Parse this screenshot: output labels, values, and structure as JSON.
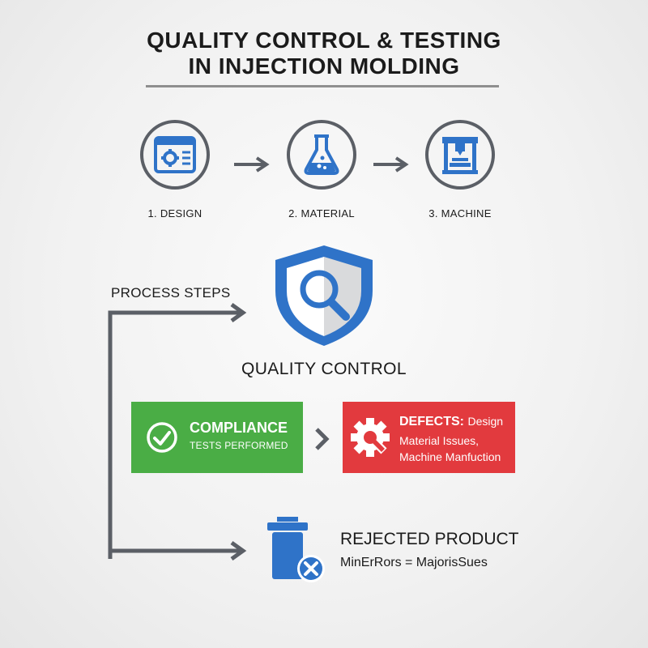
{
  "title": {
    "line1": "QUALITY CONTROL & TESTING",
    "line2": "IN INJECTION MOLDING"
  },
  "steps": [
    {
      "label": "1. DESIGN",
      "icon": "design-settings-icon"
    },
    {
      "label": "2. MATERIAL",
      "icon": "flask-icon"
    },
    {
      "label": "3. MACHINE",
      "icon": "injection-machine-icon"
    }
  ],
  "process_label": "PROCESS STEPS",
  "quality_control": {
    "label": "QUALITY CONTROL",
    "icon": "shield-magnifier-icon"
  },
  "compliance": {
    "heading": "COMPLIANCE",
    "sub": "TESTS PERFORMED",
    "icon": "check-circle-icon",
    "color": "#4aad45"
  },
  "defects": {
    "heading": "DEFECTS:",
    "line1_rest": "Design",
    "line2": "Material Issues,",
    "line3": "Machine Manfuction",
    "icon": "gear-icon",
    "color": "#e23a3e"
  },
  "rejected": {
    "heading": "REJECTED PRODUCT",
    "sub": "MinErRors = MajorisSues",
    "icon": "reject-bin-icon"
  },
  "colors": {
    "accent_blue": "#2f73c8",
    "icon_gray": "#5b5f66",
    "rule_gray": "#8f8f8f"
  }
}
